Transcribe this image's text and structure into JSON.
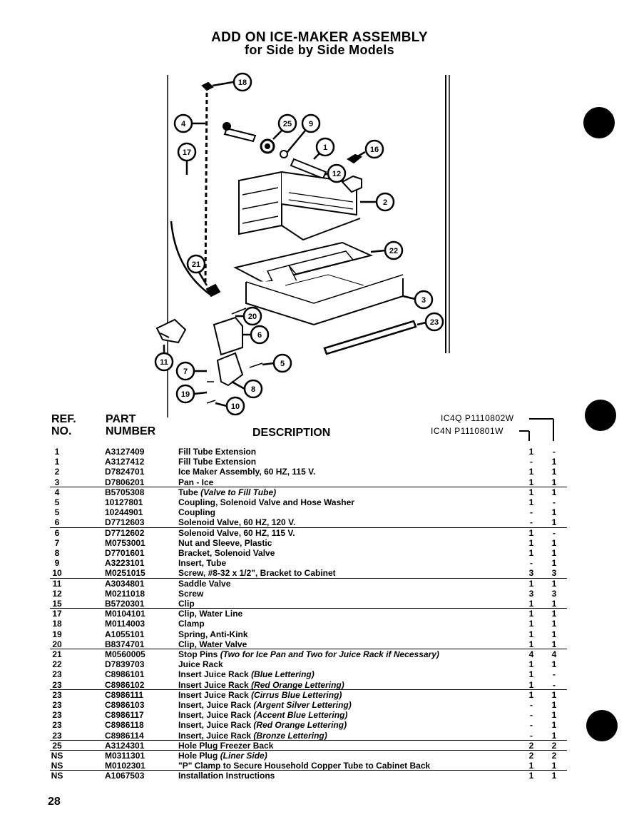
{
  "title": {
    "line1": "ADD ON ICE-MAKER ASSEMBLY",
    "line2": "for Side by Side Models"
  },
  "callouts": [
    "18",
    "4",
    "25",
    "9",
    "1",
    "16",
    "17",
    "12",
    "2",
    "22",
    "21",
    "3",
    "20",
    "23",
    "6",
    "11",
    "5",
    "7",
    "8",
    "19",
    "10"
  ],
  "table": {
    "headers": {
      "ref_line1": "REF.",
      "ref_line2": "NO.",
      "part_line1": "PART",
      "part_line2": "NUMBER",
      "description": "DESCRIPTION"
    },
    "models": [
      {
        "code": "IC4Q",
        "number": "P1110802W"
      },
      {
        "code": "IC4N",
        "number": "P1110801W"
      }
    ],
    "rows": [
      {
        "ref": "1",
        "part": "A3127409",
        "desc": "Fill Tube Extension",
        "note": "",
        "q": "1",
        "n": "-"
      },
      {
        "ref": "1",
        "part": "A3127412",
        "desc": "Fill Tube Extension",
        "note": "",
        "q": "-",
        "n": "1"
      },
      {
        "ref": "2",
        "part": "D7824701",
        "desc": "Ice Maker Assembly, 60 HZ, 115 V.",
        "note": "",
        "q": "1",
        "n": "1"
      },
      {
        "ref": "3",
        "part": "D7806201",
        "desc": "Pan - Ice",
        "note": "",
        "q": "1",
        "n": "1"
      },
      {
        "ref": "4",
        "part": "B5705308",
        "desc": "Tube",
        "note": "(Valve to Fill Tube)",
        "q": "1",
        "n": "1"
      },
      {
        "ref": "5",
        "part": "10127801",
        "desc": "Coupling, Solenoid Valve and Hose Washer",
        "note": "",
        "q": "1",
        "n": "-"
      },
      {
        "ref": "5",
        "part": "10244901",
        "desc": "Coupling",
        "note": "",
        "q": "-",
        "n": "1"
      },
      {
        "ref": "6",
        "part": "D7712603",
        "desc": "Solenoid Valve, 60 HZ, 120 V.",
        "note": "",
        "q": "-",
        "n": "1"
      },
      {
        "ref": "6",
        "part": "D7712602",
        "desc": "Solenoid Valve, 60 HZ, 115 V.",
        "note": "",
        "q": "1",
        "n": "-"
      },
      {
        "ref": "7",
        "part": "M0753001",
        "desc": "Nut and Sleeve, Plastic",
        "note": "",
        "q": "1",
        "n": "1"
      },
      {
        "ref": "8",
        "part": "D7701601",
        "desc": "Bracket, Solenoid Valve",
        "note": "",
        "q": "1",
        "n": "1"
      },
      {
        "ref": "9",
        "part": "A3223101",
        "desc": "Insert, Tube",
        "note": "",
        "q": "-",
        "n": "1"
      },
      {
        "ref": "10",
        "part": "M0251015",
        "desc": "Screw, #8-32 x 1/2\", Bracket to Cabinet",
        "note": "",
        "q": "3",
        "n": "3"
      },
      {
        "ref": "11",
        "part": "A3034801",
        "desc": "Saddle Valve",
        "note": "",
        "q": "1",
        "n": "1"
      },
      {
        "ref": "12",
        "part": "M0211018",
        "desc": "Screw",
        "note": "",
        "q": "3",
        "n": "3"
      },
      {
        "ref": "15",
        "part": "B5720301",
        "desc": "Clip",
        "note": "",
        "q": "1",
        "n": "1"
      },
      {
        "ref": "17",
        "part": "M0104101",
        "desc": "Clip, Water Line",
        "note": "",
        "q": "1",
        "n": "1"
      },
      {
        "ref": "18",
        "part": "M0114003",
        "desc": "Clamp",
        "note": "",
        "q": "1",
        "n": "1"
      },
      {
        "ref": "19",
        "part": "A1055101",
        "desc": "Spring, Anti-Kink",
        "note": "",
        "q": "1",
        "n": "1"
      },
      {
        "ref": "20",
        "part": "B8374701",
        "desc": "Clip, Water Valve",
        "note": "",
        "q": "1",
        "n": "1"
      },
      {
        "ref": "21",
        "part": "M0560005",
        "desc": "Stop Pins",
        "note": "(Two for Ice Pan and Two for Juice Rack if Necessary)",
        "q": "4",
        "n": "4"
      },
      {
        "ref": "22",
        "part": "D7839703",
        "desc": "Juice Rack",
        "note": "",
        "q": "1",
        "n": "1"
      },
      {
        "ref": "23",
        "part": "C8986101",
        "desc": "Insert Juice Rack",
        "note": "(Blue Lettering)",
        "q": "1",
        "n": "-"
      },
      {
        "ref": "23",
        "part": "C8986102",
        "desc": "Insert Juice Rack",
        "note": "(Red Orange Lettering)",
        "q": "1",
        "n": "-"
      },
      {
        "ref": "23",
        "part": "C8986111",
        "desc": "Insert Juice Rack",
        "note": "(Cirrus Blue Lettering)",
        "q": "1",
        "n": "1"
      },
      {
        "ref": "23",
        "part": "C8986103",
        "desc": "Insert, Juice Rack",
        "note": "(Argent Silver Lettering)",
        "q": "-",
        "n": "1"
      },
      {
        "ref": "23",
        "part": "C8986117",
        "desc": "Insert, Juice Rack",
        "note": "(Accent Blue Lettering)",
        "q": "-",
        "n": "1"
      },
      {
        "ref": "23",
        "part": "C8986118",
        "desc": "Insert, Juice Rack",
        "note": "(Red Orange Lettering)",
        "q": "-",
        "n": "1"
      },
      {
        "ref": "23",
        "part": "C8986114",
        "desc": "Insert, Juice Rack",
        "note": "(Bronze Lettering)",
        "q": "-",
        "n": "1"
      },
      {
        "ref": "25",
        "part": "A3124301",
        "desc": "Hole Plug Freezer Back",
        "note": "",
        "q": "2",
        "n": "2"
      },
      {
        "ref": "NS",
        "part": "M0311301",
        "desc": "Hole Plug",
        "note": "(Liner Side)",
        "q": "2",
        "n": "2"
      },
      {
        "ref": "NS",
        "part": "M0102301",
        "desc": "\"P\" Clamp to Secure Household Copper Tube to Cabinet Back",
        "note": "",
        "q": "1",
        "n": "1"
      },
      {
        "ref": "NS",
        "part": "A1067503",
        "desc": "Installation Instructions",
        "note": "",
        "q": "1",
        "n": "1"
      }
    ]
  },
  "page_number": "28"
}
